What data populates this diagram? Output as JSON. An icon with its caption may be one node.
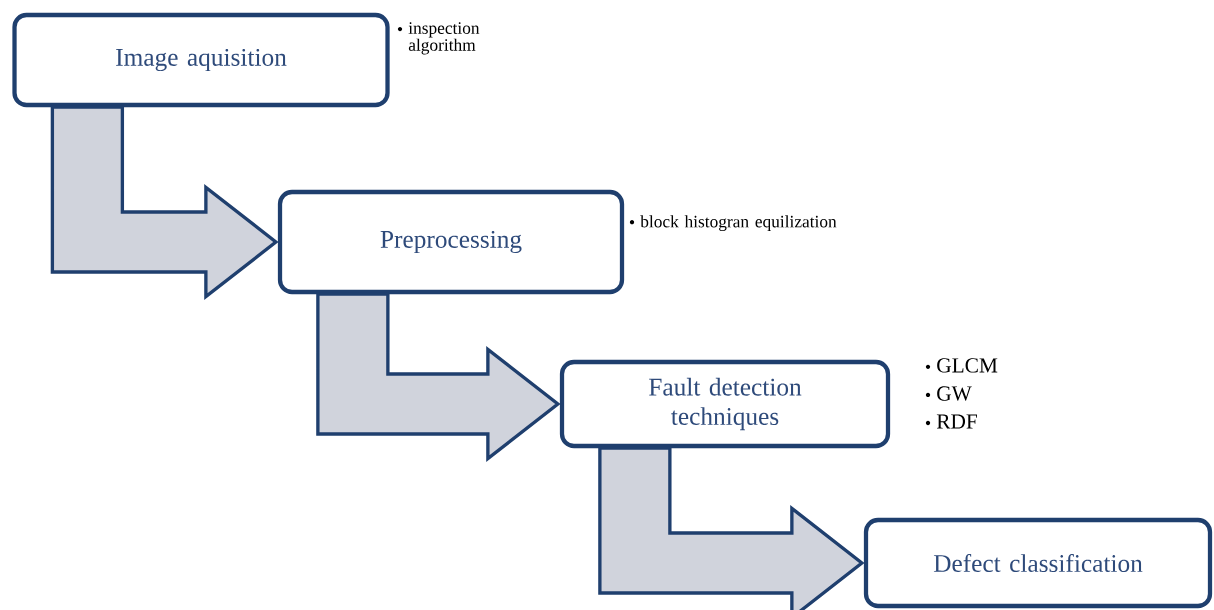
{
  "diagram": {
    "nodes": [
      {
        "text": [
          "Image aquisition"
        ],
        "beside": [
          "inspection algorithm"
        ]
      },
      {
        "text": [
          "Preprocessing"
        ],
        "beside": [
          "block histogran equilization"
        ]
      },
      {
        "text": [
          "Fault detection techniques"
        ],
        "beside": [
          "GLCM",
          "GW",
          "RDF"
        ]
      },
      {
        "text": [
          "Defect classification"
        ]
      }
    ],
    "edges": [
      {
        "from": 0,
        "to": 1,
        "arrow": "to"
      },
      {
        "from": 1,
        "to": 2,
        "arrow": "to"
      },
      {
        "from": 2,
        "to": 3,
        "arrow": "to"
      }
    ]
  }
}
